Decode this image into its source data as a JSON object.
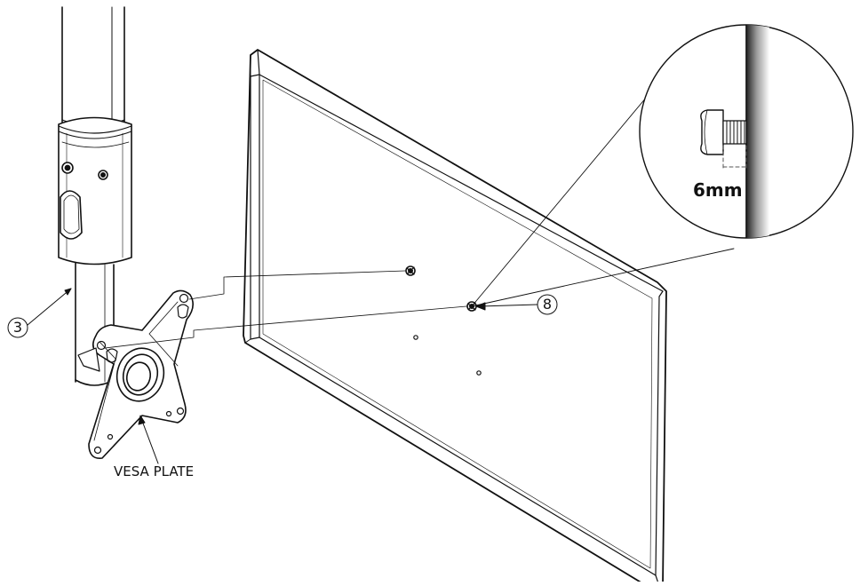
{
  "labels": {
    "part_3": "3",
    "part_8": "8",
    "vesa_plate": "VESA PLATE",
    "dimension": "6mm"
  },
  "colors": {
    "line": "#111111",
    "hatch": "#555555",
    "background": "#ffffff"
  }
}
